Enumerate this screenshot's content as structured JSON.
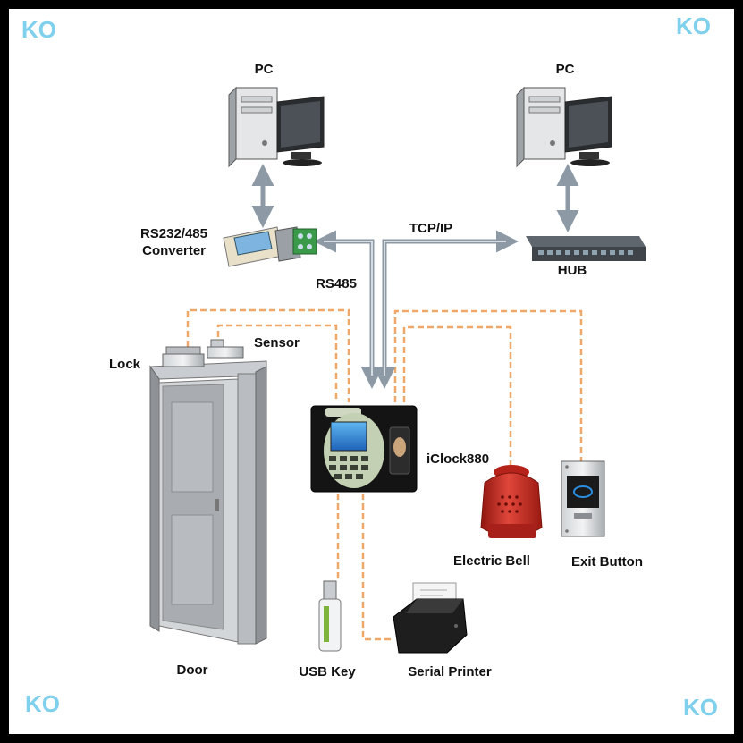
{
  "watermark": "KO",
  "labels": {
    "pc_left": "PC",
    "pc_right": "PC",
    "converter": [
      "RS232/485",
      "Converter"
    ],
    "tcpip": "TCP/IP",
    "hub": "HUB",
    "rs485": "RS485",
    "sensor": "Sensor",
    "lock": "Lock",
    "device": "iClock880",
    "bell": "Electric Bell",
    "exit_button": "Exit Button",
    "door": "Door",
    "usb_key": "USB Key",
    "printer": "Serial Printer"
  },
  "colors": {
    "frame": "#000000",
    "watermark": "#7fd0ec",
    "wire_dashed": "#f0a76a",
    "bus_line": "#8d9aa6",
    "bell_red": "#c8281e",
    "door_gray": "#a9adb1"
  }
}
